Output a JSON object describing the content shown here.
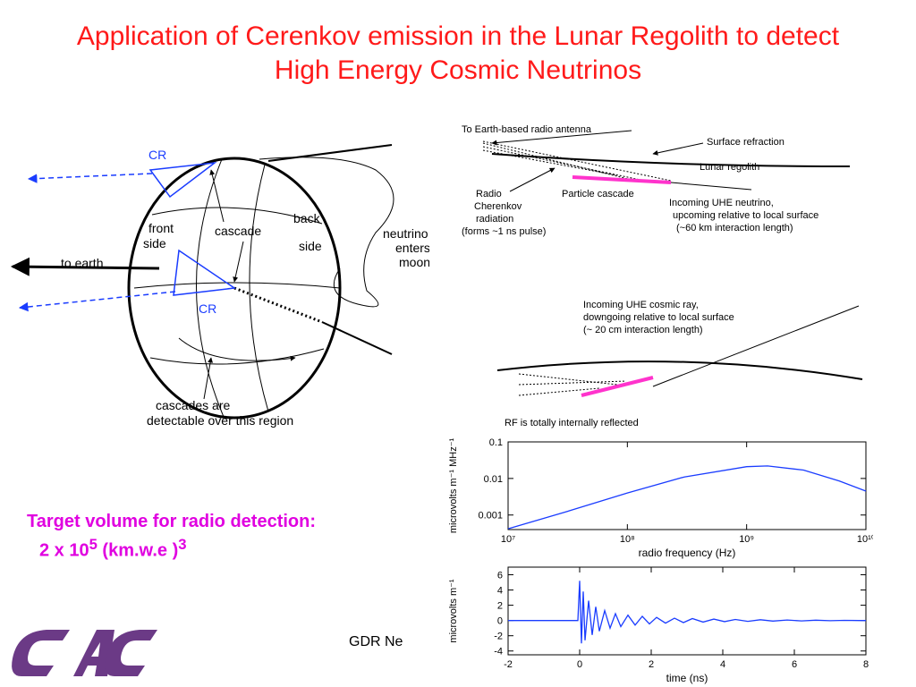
{
  "title": {
    "line1": "Application of Cerenkov emission in the Lunar Regolith to detect",
    "line2": "High Energy Cosmic Neutrinos"
  },
  "moon_diagram": {
    "cr_top": "CR",
    "cr_bottom": "CR",
    "front_side_1": "front",
    "front_side_2": "side",
    "cascade": "cascade",
    "back_side_1": "back",
    "back_side_2": "side",
    "neutrino_1": "neutrino",
    "neutrino_2": "enters",
    "neutrino_3": "moon",
    "to_earth": "to earth",
    "region_1": "cascades are",
    "region_2": "detectable over this region"
  },
  "neutrino_panel": {
    "antenna": "To Earth-based radio antenna",
    "surface_refraction": "Surface refraction",
    "regolith": "Lunar regolith",
    "radio_1": "Radio",
    "radio_2": "Cherenkov",
    "radio_3": "radiation",
    "radio_4": "(forms ~1 ns pulse)",
    "cascade": "Particle cascade",
    "uhe_1": "Incoming UHE neutrino,",
    "uhe_2": "upcoming relative to local surface",
    "uhe_3": "(~60 km interaction length)"
  },
  "cosmic_ray_panel": {
    "line1": "Incoming UHE cosmic ray,",
    "line2": "downgoing relative to local surface",
    "line3": "(~ 20 cm interaction length)",
    "rf": "RF is totally internally reflected"
  },
  "target": {
    "line1": "Target volume for radio detection:",
    "line2_prefix": "2 x 10",
    "line2_exp": "5",
    "line2_mid": " (km.w.e )",
    "line2_exp2": "3"
  },
  "footer": "GDR Ne",
  "colors": {
    "title": "#ff1a1a",
    "target": "#e000e0",
    "cr": "#1a3cff",
    "cascade": "#ff33cc",
    "logo": "#6b3a86"
  },
  "chart_data": [
    {
      "type": "line",
      "xlabel": "radio frequency (Hz)",
      "ylabel": "microvolts m⁻¹ MHz⁻¹",
      "x_scale": "log",
      "y_scale": "log",
      "xlim": [
        10000000,
        10000000000
      ],
      "ylim": [
        0.0004,
        0.1
      ],
      "x_ticks": [
        "10⁷",
        "10⁸",
        "10⁹",
        "10¹⁰"
      ],
      "y_ticks": [
        "0.1",
        "0.01",
        "0.001"
      ],
      "series": [
        {
          "x": [
            10000000,
            30000000,
            100000000,
            300000000,
            1000000000,
            1500000000,
            3000000000,
            6000000000,
            10000000000
          ],
          "values": [
            0.00042,
            0.0012,
            0.004,
            0.011,
            0.021,
            0.022,
            0.017,
            0.0085,
            0.0045
          ]
        }
      ]
    },
    {
      "type": "line",
      "xlabel": "time (ns)",
      "ylabel": "microvolts m⁻¹",
      "xlim": [
        -2,
        8
      ],
      "ylim": [
        -4.5,
        7
      ],
      "x_ticks": [
        "-2",
        "0",
        "2",
        "4",
        "6",
        "8"
      ],
      "y_ticks": [
        "6",
        "4",
        "2",
        "0",
        "-2",
        "-4"
      ],
      "series": [
        {
          "x": [
            -2,
            -0.05,
            0.0,
            0.05,
            0.1,
            0.15,
            0.25,
            0.35,
            0.45,
            0.55,
            0.7,
            0.85,
            1.0,
            1.15,
            1.35,
            1.55,
            1.75,
            1.95,
            2.15,
            2.4,
            2.65,
            2.9,
            3.15,
            3.45,
            3.75,
            4.05,
            4.35,
            4.7,
            5.05,
            5.4,
            5.8,
            6.2,
            6.6,
            7.0,
            7.4,
            7.8,
            8.0
          ],
          "values": [
            0,
            0,
            5.2,
            -3.0,
            3.8,
            -2.6,
            2.6,
            -1.9,
            1.8,
            -1.4,
            1.3,
            -1.0,
            0.9,
            -0.8,
            0.7,
            -0.6,
            0.55,
            -0.45,
            0.4,
            -0.35,
            0.3,
            -0.28,
            0.25,
            -0.2,
            0.18,
            -0.15,
            0.13,
            -0.11,
            0.1,
            -0.08,
            0.07,
            -0.05,
            0.04,
            -0.03,
            0.02,
            -0.01,
            0
          ]
        }
      ]
    }
  ]
}
